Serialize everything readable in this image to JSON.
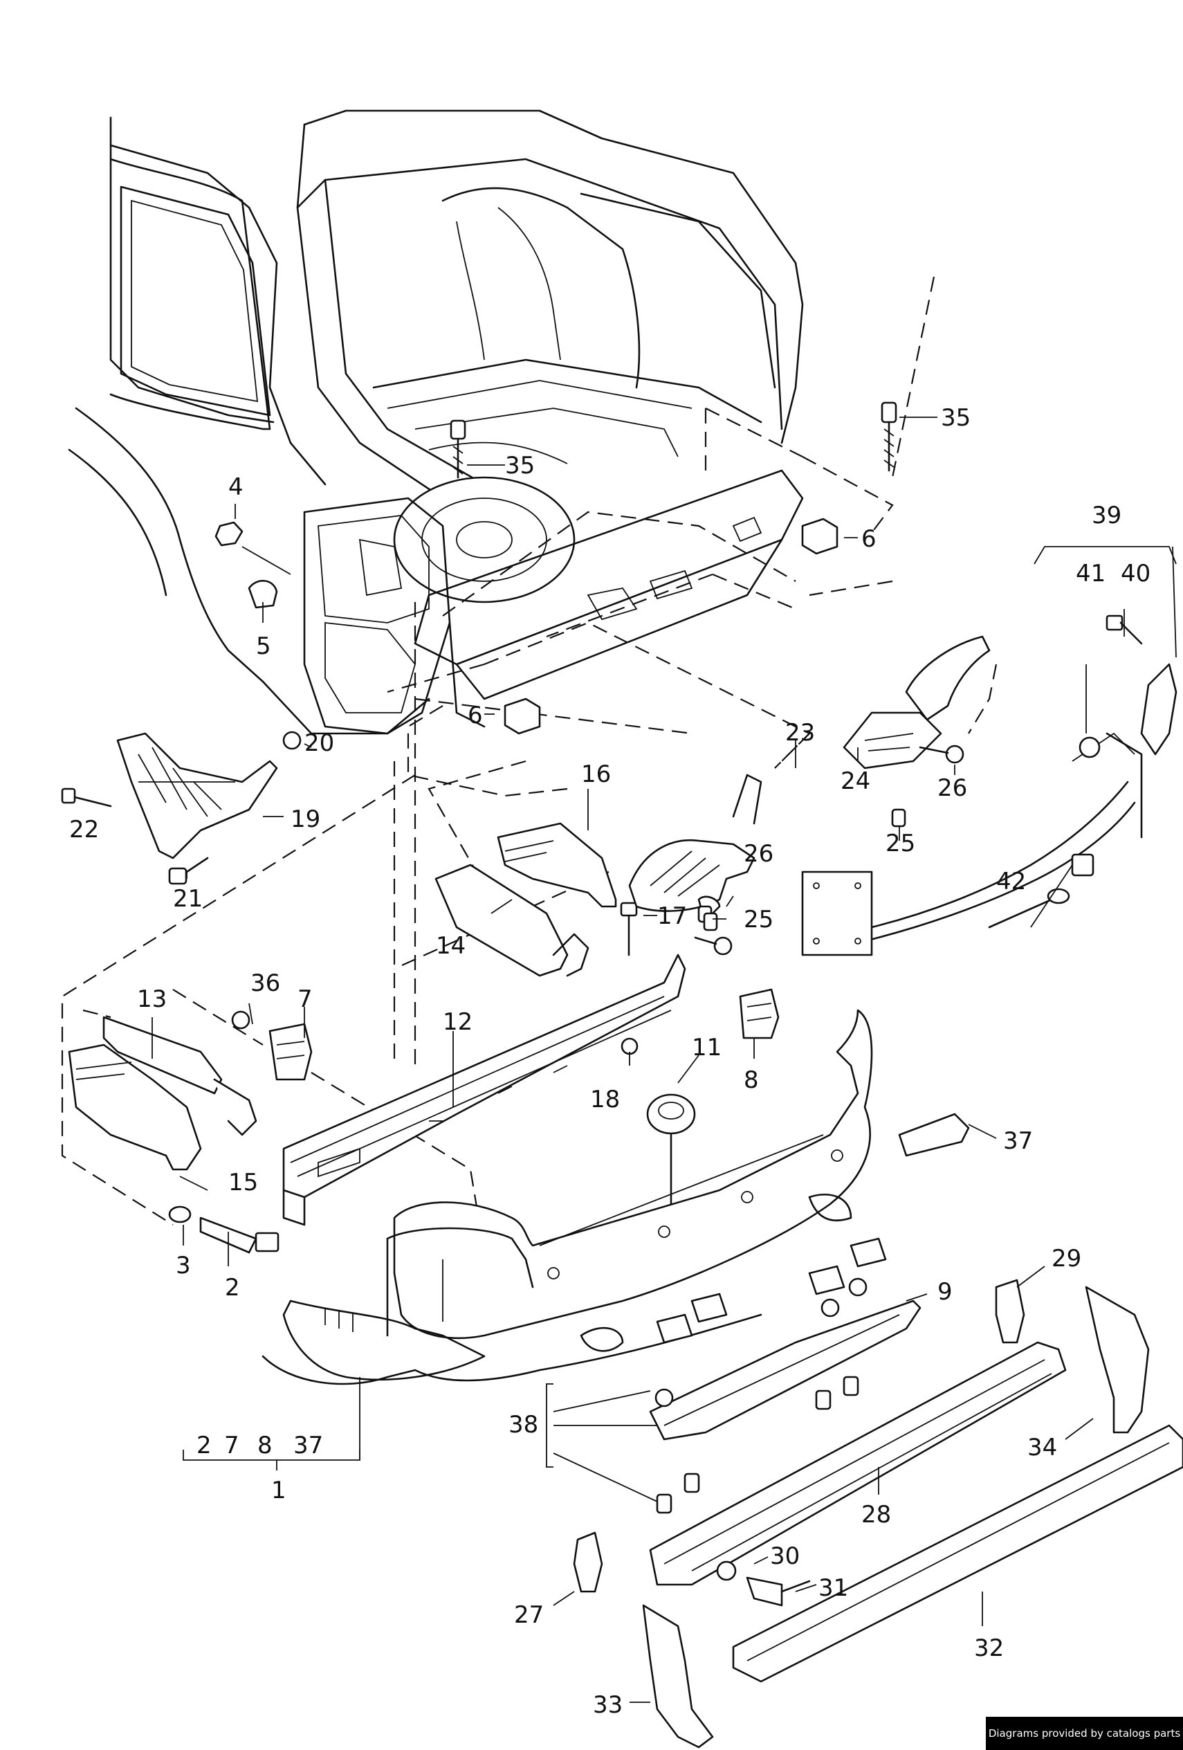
{
  "labels": {
    "p1": "1",
    "p2a": "2",
    "p2b": "2",
    "p3": "3",
    "p4": "4",
    "p5": "5",
    "p6a": "6",
    "p6b": "6",
    "p7a": "7",
    "p7b": "7",
    "p8a": "8",
    "p8b": "8",
    "p9": "9",
    "p11": "11",
    "p12": "12",
    "p13": "13",
    "p14": "14",
    "p15": "15",
    "p16": "16",
    "p17": "17",
    "p18": "18",
    "p19": "19",
    "p20": "20",
    "p21": "21",
    "p22": "22",
    "p23": "23",
    "p24": "24",
    "p25a": "25",
    "p25b": "25",
    "p26a": "26",
    "p26b": "26",
    "p27": "27",
    "p28": "28",
    "p29": "29",
    "p30": "30",
    "p31": "31",
    "p32": "32",
    "p33": "33",
    "p34": "34",
    "p35a": "35",
    "p35b": "35",
    "p36": "36",
    "p37a": "37",
    "p37b": "37",
    "p38": "38",
    "p39": "39",
    "p40": "40",
    "p41": "41",
    "p42": "42"
  },
  "credit": "Diagrams provided by catalogs parts"
}
